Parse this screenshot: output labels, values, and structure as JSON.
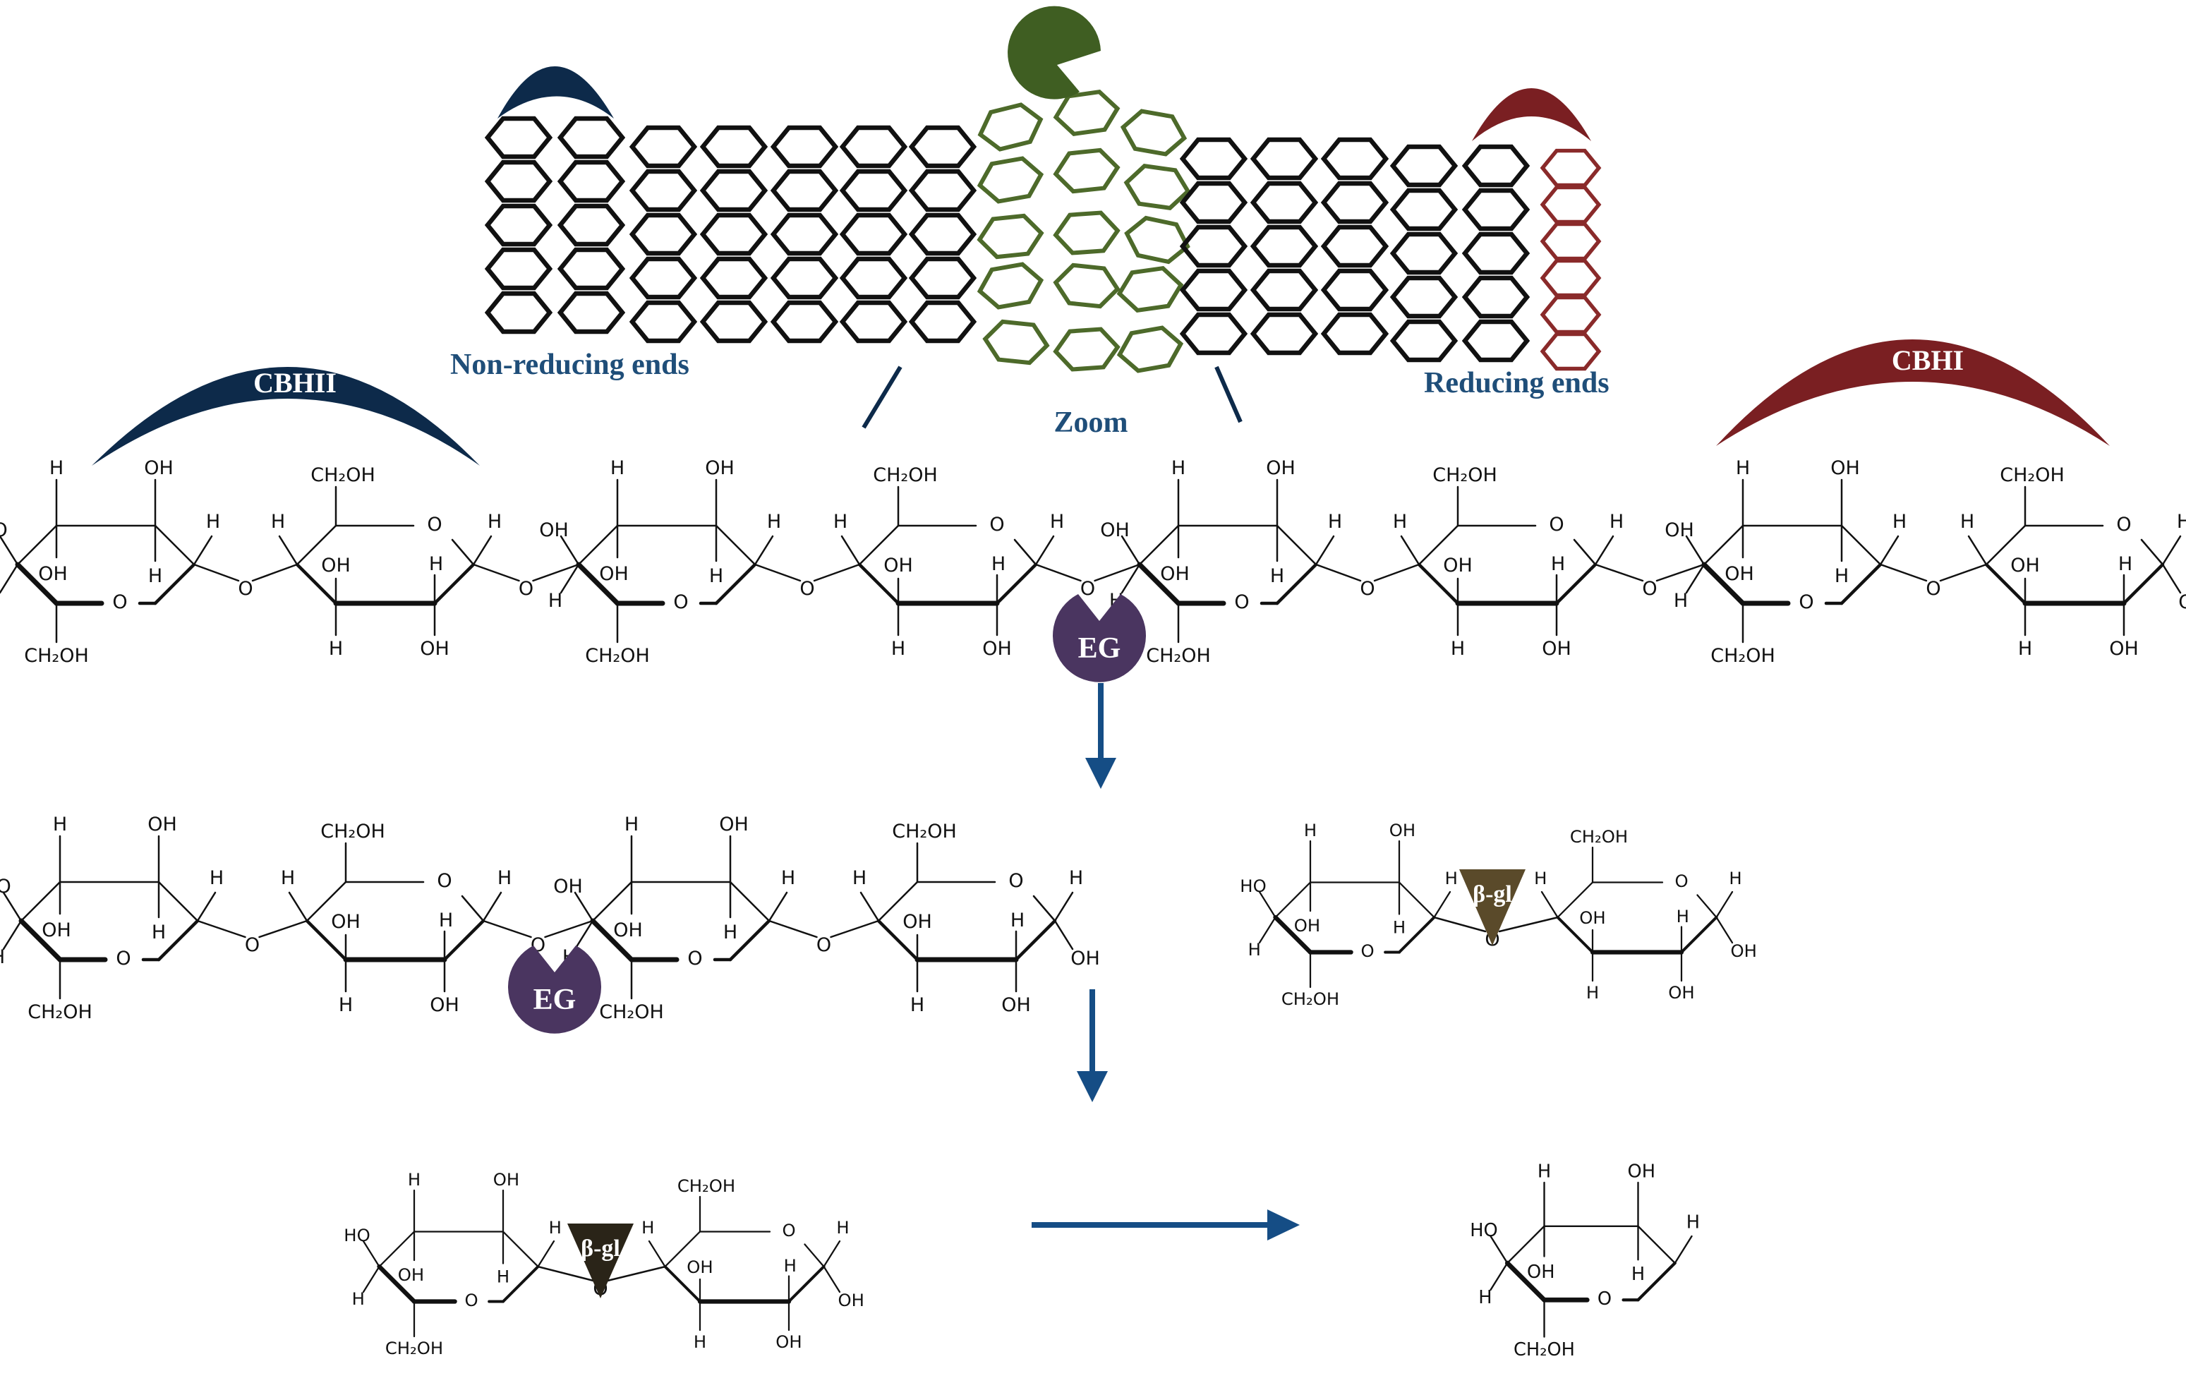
{
  "labels": {
    "cbh2": "CBHII",
    "cbh1": "CBHI",
    "non_reducing": "Non-reducing ends",
    "reducing": "Reducing ends",
    "zoom": "Zoom",
    "eg": "EG",
    "bgl": "β-gl"
  },
  "atoms": {
    "H": "H",
    "OH": "OH",
    "HO": "HO",
    "O": "O",
    "CH2OH": "CH₂OH"
  },
  "colors": {
    "cbh2": "#0d2a4a",
    "cbh1": "#7a1f22",
    "zoom_enzyme": "#3f5e22",
    "zoom_hex": "#4d6a2a",
    "reducing_hex": "#8a2a2a",
    "eg": "#4a3560",
    "bgl_1": "#5a4a2a",
    "bgl_2": "#2a2418",
    "arrow": "#154d85",
    "label_blue": "#1f4e79"
  },
  "icons": [
    "half-moon-enzyme-icon",
    "pacman-enzyme-icon",
    "triangle-enzyme-icon",
    "arrow-icon"
  ]
}
